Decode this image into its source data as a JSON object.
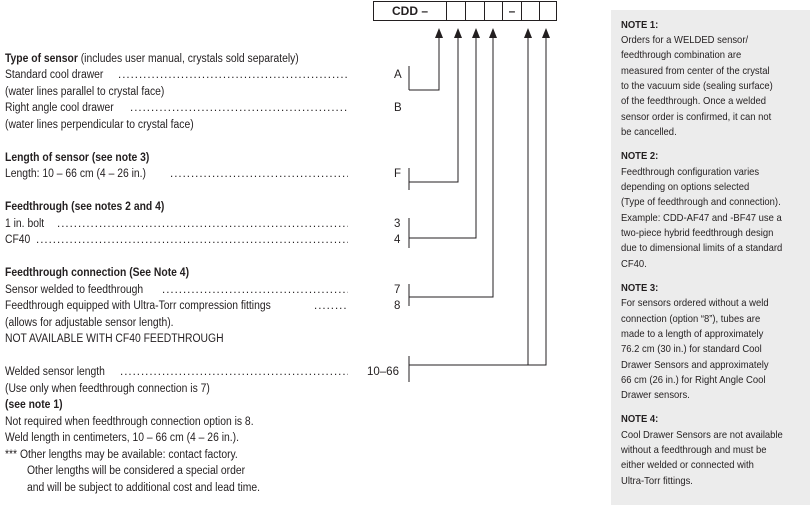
{
  "code_box": {
    "prefix": "CDD –",
    "dash": "–"
  },
  "sections": {
    "type": {
      "title_bold": "Type of sensor",
      "title_rest": " (includes user manual, crystals sold separately)",
      "opt1": "Standard cool drawer",
      "opt1_note": "(water lines parallel to crystal face)",
      "opt1_code": "A",
      "opt2": "Right angle cool drawer",
      "opt2_note": "(water lines perpendicular to crystal face)",
      "opt2_code": "B"
    },
    "length": {
      "title": "Length of sensor (see note 3)",
      "opt1": "Length: 10 – 66 cm (4 – 26 in.)",
      "opt1_code": "F"
    },
    "feedthrough": {
      "title": "Feedthrough (see notes 2 and 4)",
      "opt1": "1 in. bolt",
      "opt1_code": "3",
      "opt2": "CF40",
      "opt2_code": "4"
    },
    "connection": {
      "title": "Feedthrough connection (See Note 4)",
      "opt1": "Sensor welded to feedthrough",
      "opt1_code": "7",
      "opt2": "Feedthrough equipped with Ultra-Torr compression fittings",
      "opt2_code": "8",
      "note1": "(allows for adjustable sensor length).",
      "note2": "NOT AVAILABLE WITH CF40 FEEDTHROUGH"
    },
    "welded": {
      "opt1": "Welded sensor length",
      "opt1_code": "10–66",
      "line1": "(Use only when feedthrough connection is 7)",
      "line2": "(see note 1)",
      "line3": "Not required when feedthrough connection option is 8.",
      "line4": "Weld length in centimeters, 10 – 66 cm (4 – 26 in.).",
      "line5": "***  Other lengths may be available: contact factory.",
      "line6": "Other lengths will be considered a special order",
      "line7": "and will be subject to additional cost and lead time."
    }
  },
  "notes": {
    "n1_title": "NOTE 1:",
    "n1": [
      "Orders for a WELDED sensor/",
      "feedthrough combination are",
      "measured from center of the crystal",
      "to the vacuum side (sealing surface)",
      "of the feedthrough. Once a welded",
      "sensor order is confirmed, it can not",
      "be cancelled."
    ],
    "n2_title": "NOTE 2:",
    "n2": [
      "Feedthrough configuration varies",
      "depending on options selected",
      "(Type of feedthrough and connection).",
      "Example: CDD-AF47 and -BF47 use a",
      "two-piece hybrid feedthrough design",
      "due to dimensional limits of a standard",
      "CF40."
    ],
    "n3_title": "NOTE 3:",
    "n3": [
      "For sensors ordered without a weld",
      "connection (option “8”), tubes are",
      "made to a length of approximately",
      "76.2 cm (30 in.) for standard Cool",
      "Drawer Sensors and approximately",
      "66 cm (26 in.) for Right Angle Cool",
      "Drawer sensors."
    ],
    "n4_title": "NOTE 4:",
    "n4": [
      "Cool Drawer Sensors are not available",
      "without a feedthrough and must be",
      "either welded or connected with",
      "Ultra-Torr fittings."
    ]
  }
}
